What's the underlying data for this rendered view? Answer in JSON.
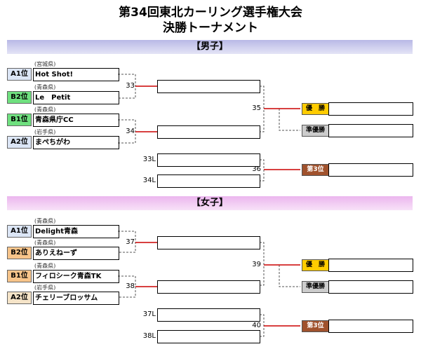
{
  "title": "第34回東北カーリング選手権大会",
  "subtitle": "決勝トーナメント",
  "men": {
    "label": "【男子】",
    "teams": [
      {
        "seed": "A1位",
        "pref": "(宮城県)",
        "name": "Hot Shot!"
      },
      {
        "seed": "B2位",
        "pref": "(青森県)",
        "name": "Le　Petit"
      },
      {
        "seed": "B1位",
        "pref": "(青森県)",
        "name": "青森県庁CC"
      },
      {
        "seed": "A2位",
        "pref": "(岩手県)",
        "name": "まぺちがわ"
      }
    ],
    "matches": {
      "m1": "33",
      "m2": "34",
      "final": "35",
      "third": "36",
      "loser1": "33L",
      "loser2": "34L"
    },
    "awards": {
      "gold": "優　勝",
      "silver": "準優勝",
      "bronze": "第3位"
    }
  },
  "women": {
    "label": "【女子】",
    "teams": [
      {
        "seed": "A1位",
        "pref": "(青森県)",
        "name": "Delight青森"
      },
      {
        "seed": "B2位",
        "pref": "(青森県)",
        "name": "ありえねーず"
      },
      {
        "seed": "B1位",
        "pref": "(青森県)",
        "name": "フィロシーク青森TK"
      },
      {
        "seed": "A2位",
        "pref": "(岩手県)",
        "name": "チェリーブロッサム"
      }
    ],
    "matches": {
      "m1": "37",
      "m2": "38",
      "final": "39",
      "third": "40",
      "loser1": "37L",
      "loser2": "38L"
    },
    "awards": {
      "gold": "優　勝",
      "silver": "準優勝",
      "bronze": "第3位"
    }
  },
  "colors": {
    "win_line": "#cc0000",
    "dash_line": "#555555",
    "gold": "#ffcc00",
    "silver": "#cccccc",
    "bronze": "#a0522d"
  }
}
